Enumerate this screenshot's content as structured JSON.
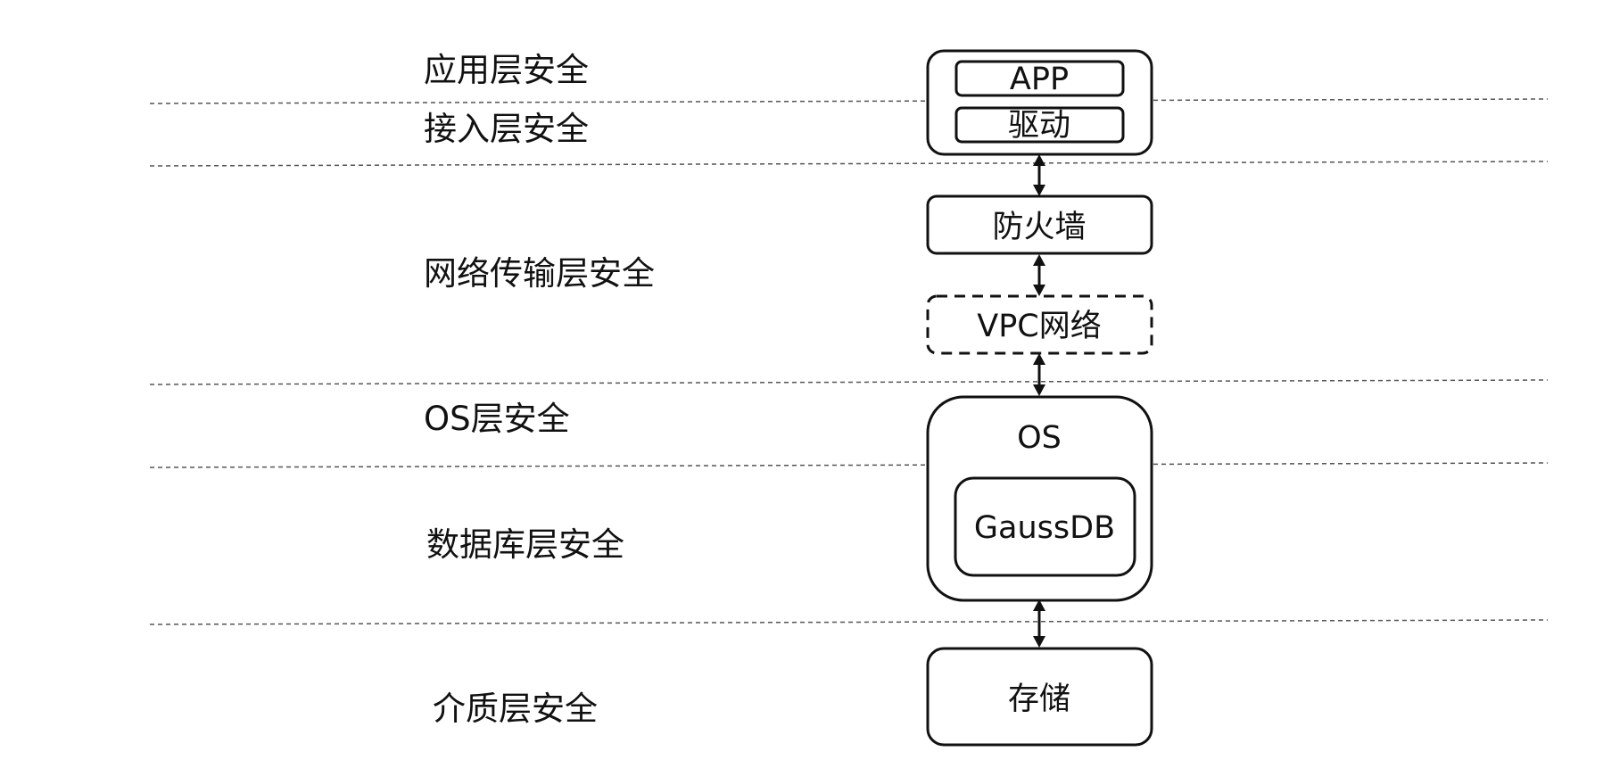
{
  "layers": {
    "application": "应用层安全",
    "access": "接入层安全",
    "network": "网络传输层安全",
    "os": "OS层安全",
    "database": "数据库层安全",
    "media": "介质层安全"
  },
  "nodes": {
    "app": "APP",
    "driver": "驱动",
    "firewall": "防火墙",
    "vpc": "VPC网络",
    "os": "OS",
    "gaussdb": "GaussDB",
    "storage": "存储"
  },
  "connections": [
    [
      "client-group",
      "firewall"
    ],
    [
      "firewall",
      "vpc"
    ],
    [
      "vpc",
      "os"
    ],
    [
      "os",
      "storage"
    ]
  ]
}
